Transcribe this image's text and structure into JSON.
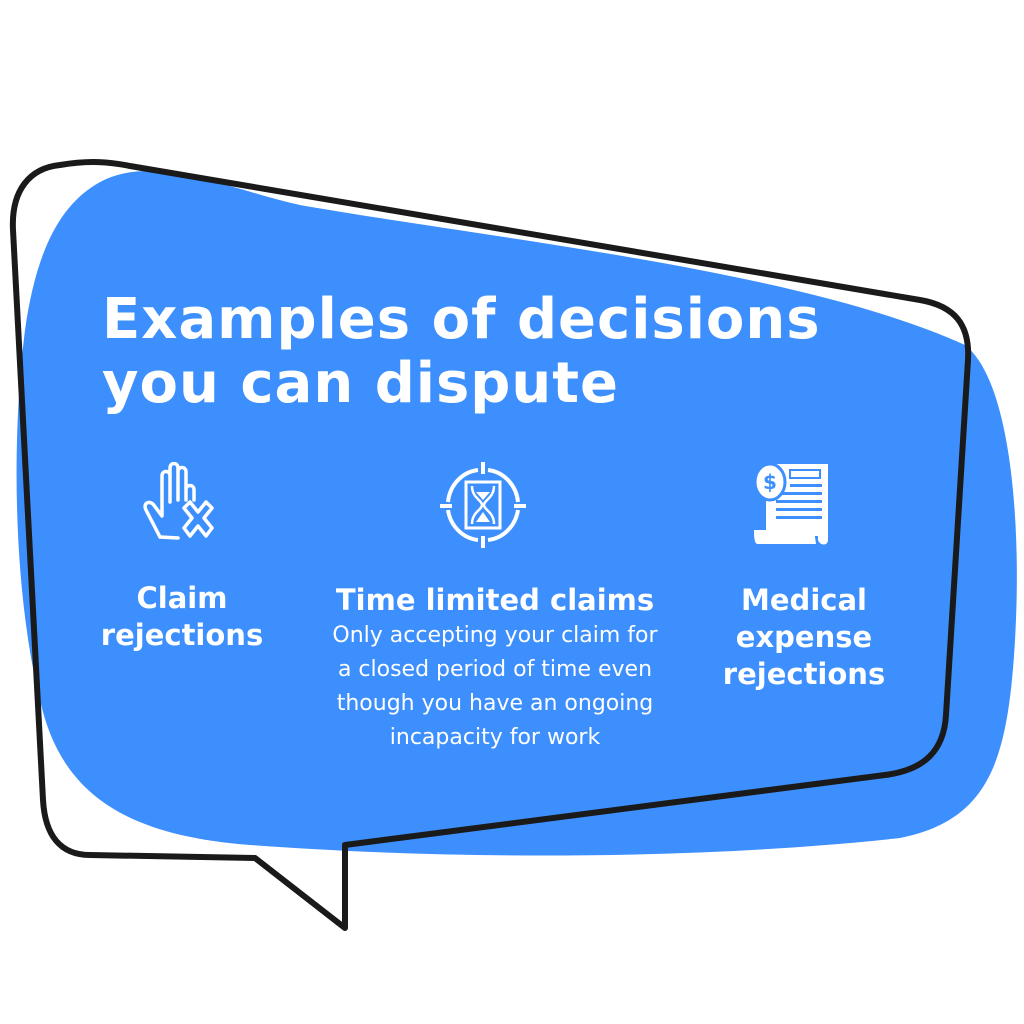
{
  "title": {
    "line1": "Examples of decisions",
    "line2": "you can dispute"
  },
  "items": [
    {
      "icon": "hand-x-icon",
      "heading_line1": "Claim",
      "heading_line2": "rejections"
    },
    {
      "icon": "hourglass-target-icon",
      "heading": "Time limited claims",
      "description_lines": [
        "Only accepting your claim for",
        "a closed period of time even",
        "though you have an ongoing",
        "incapacity for work"
      ]
    },
    {
      "icon": "invoice-dollar-icon",
      "heading_line1": "Medical",
      "heading_line2": "expense",
      "heading_line3": "rejections"
    }
  ],
  "colors": {
    "blob": "#3d8ffe",
    "outline": "#1a1a1a",
    "text": "#ffffff"
  }
}
